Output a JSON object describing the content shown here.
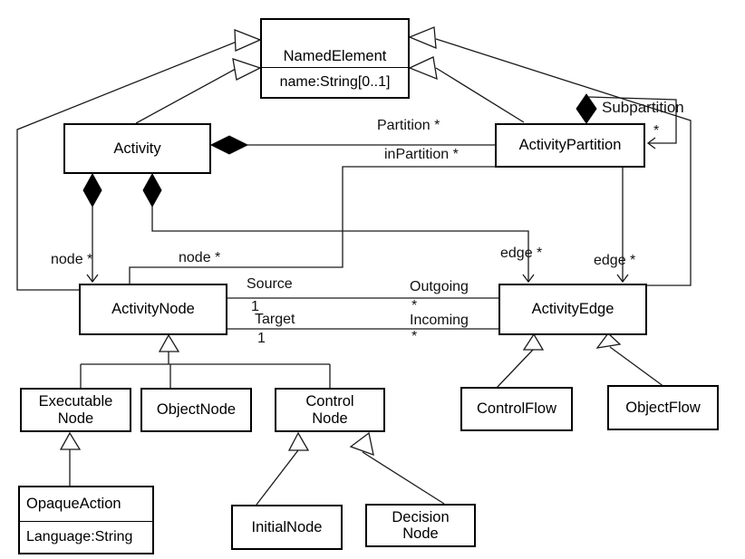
{
  "classes": {
    "named_element": {
      "name": "NamedElement",
      "attribute": "name:String[0..1]"
    },
    "activity": {
      "name": "Activity"
    },
    "activity_partition": {
      "name": "ActivityPartition"
    },
    "activity_node": {
      "name": "ActivityNode"
    },
    "activity_edge": {
      "name": "ActivityEdge"
    },
    "executable_node": {
      "line1": "Executable",
      "line2": "Node"
    },
    "object_node": {
      "name": "ObjectNode"
    },
    "control_node": {
      "line1": "Control",
      "line2": "Node"
    },
    "control_flow": {
      "name": "ControlFlow"
    },
    "object_flow": {
      "name": "ObjectFlow"
    },
    "opaque_action": {
      "name": "OpaqueAction",
      "attribute": "Language:String"
    },
    "initial_node": {
      "name": "InitialNode"
    },
    "decision_node": {
      "line1": "Decision",
      "line2": "Node"
    }
  },
  "labels": {
    "partition": "Partition *",
    "in_partition": "inPartition *",
    "node_1": "node *",
    "node_2": "node *",
    "edge_1": "edge *",
    "edge_2": "edge *",
    "source": "Source",
    "source_mult": "1",
    "target": "Target",
    "target_mult": "1",
    "outgoing": "Outgoing",
    "outgoing_mult": "*",
    "incoming": "Incoming",
    "incoming_mult": "*",
    "subpartition": "Subpartition",
    "subpartition_mult": "*"
  },
  "colors": {
    "background": "#ffffff",
    "line": "#1a1a1a",
    "box_border": "#000000",
    "text": "#000000"
  }
}
